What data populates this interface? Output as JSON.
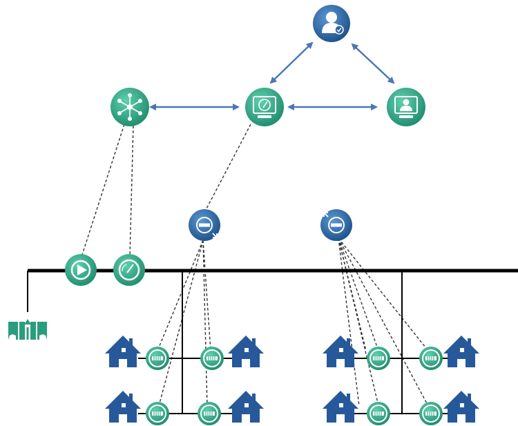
{
  "colors": {
    "green": "#2a9d7f",
    "green_light": "#4fc2a2",
    "blue": "#2a64a0",
    "blue_light": "#4b8ac6",
    "arrow": "#4a77b6",
    "line": "#000000",
    "dashed": "#333333",
    "house": "#27599a"
  },
  "nodes": {
    "user": {
      "icon": "user-check-icon",
      "kind": "blue"
    },
    "hub": {
      "icon": "network-hub-icon",
      "kind": "green"
    },
    "controller": {
      "icon": "monitor-gauge-icon",
      "kind": "green"
    },
    "operator": {
      "icon": "monitor-user-icon",
      "kind": "green"
    },
    "concentrator_a": {
      "icon": "transceiver-down-icon",
      "kind": "blue"
    },
    "concentrator_b": {
      "icon": "transceiver-up-icon",
      "kind": "blue"
    },
    "pump": {
      "icon": "pump-icon",
      "kind": "green"
    },
    "flow_meter": {
      "icon": "flow-meter-icon",
      "kind": "green"
    },
    "source": {
      "icon": "water-source-icon",
      "kind": "green"
    },
    "meter": {
      "icon": "water-meter-icon",
      "kind": "green"
    },
    "house": {
      "icon": "house-icon",
      "kind": "blue"
    }
  }
}
